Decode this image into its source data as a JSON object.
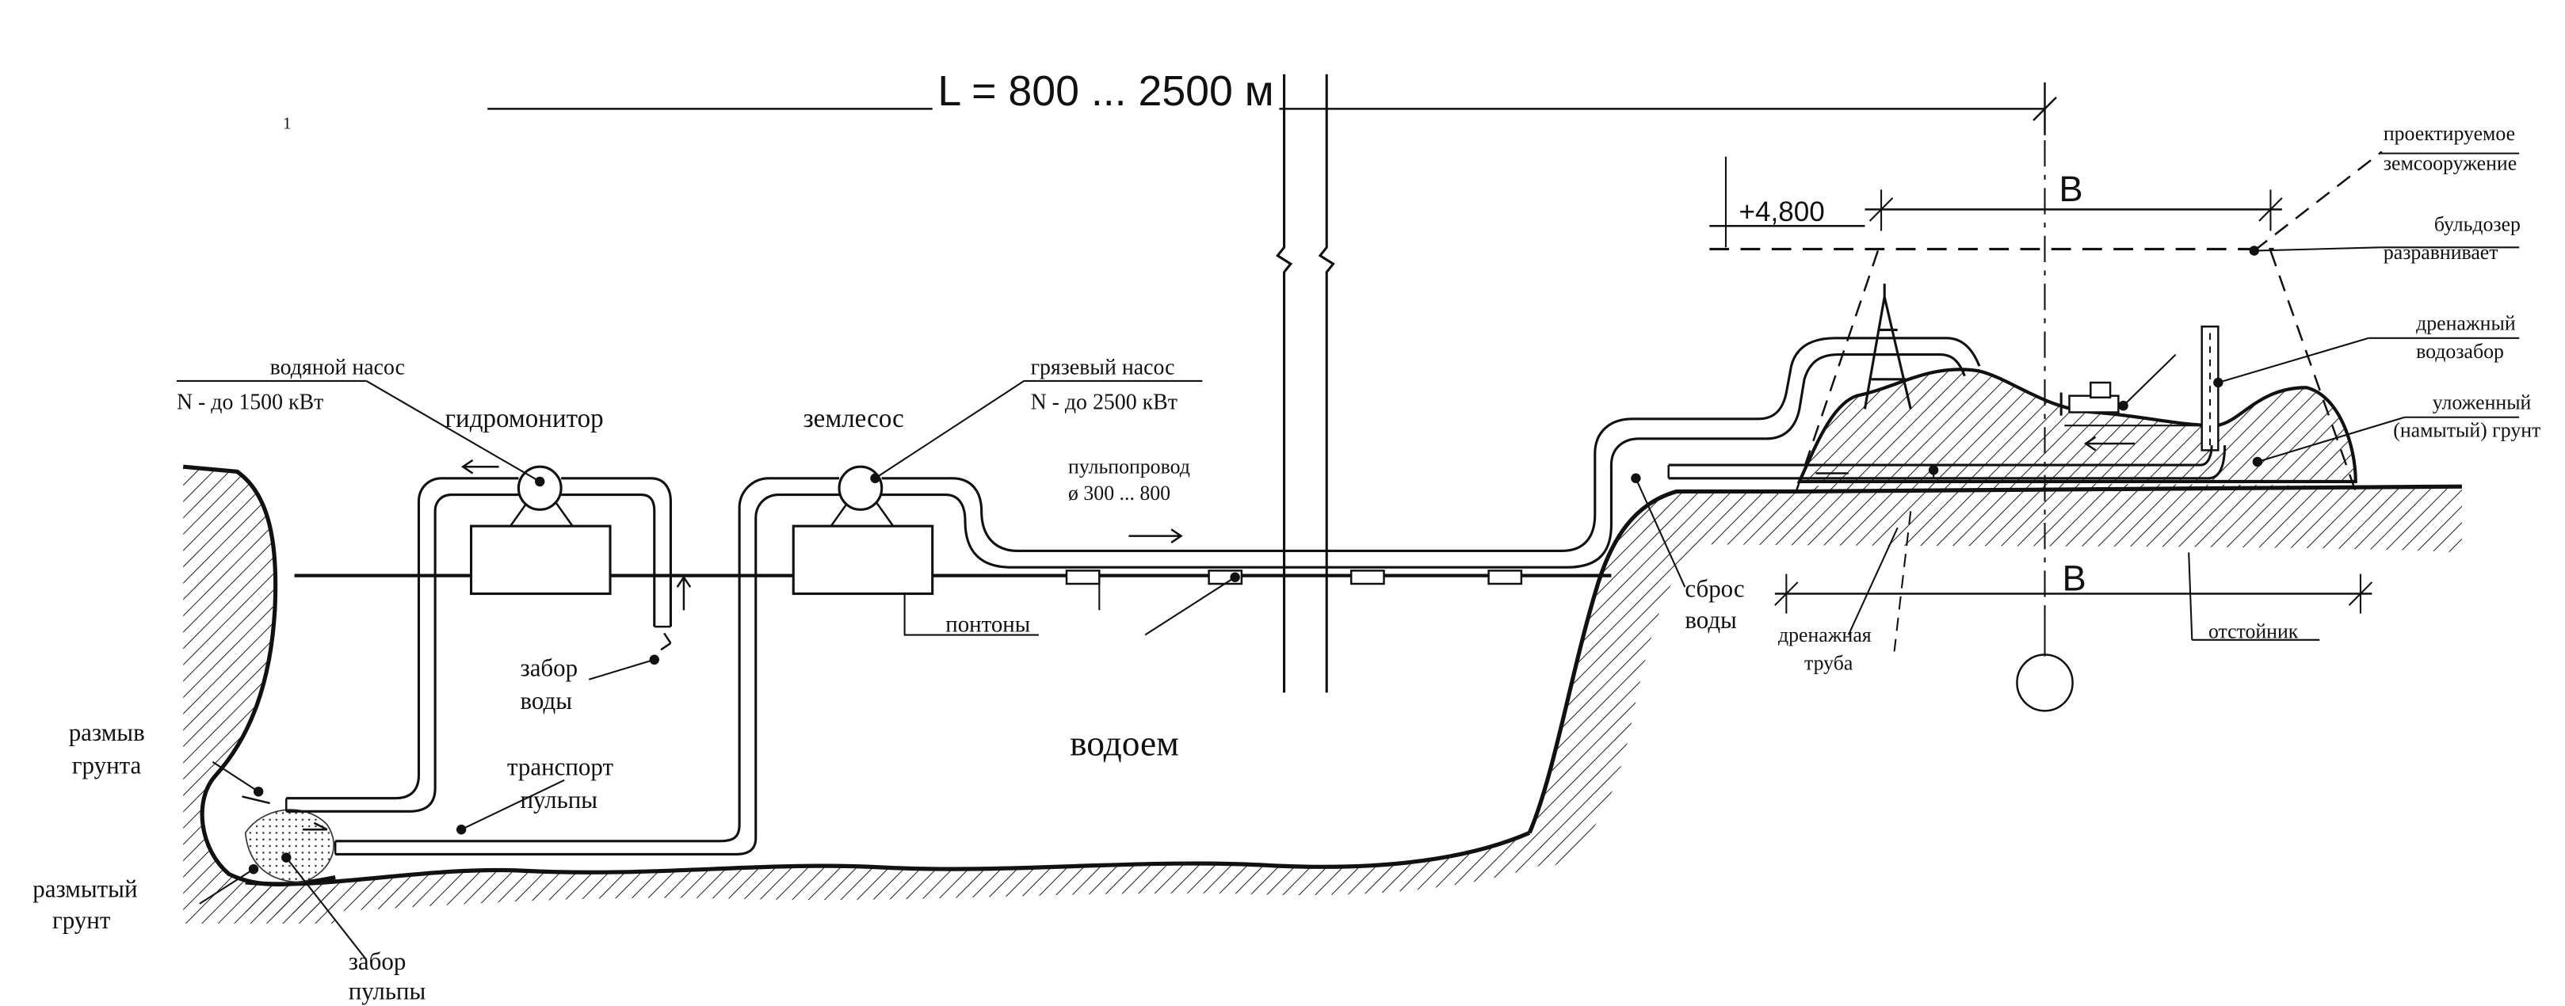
{
  "dimension_top": "L = 800 ... 2500 м",
  "elevation_mark": "+4,800",
  "width_B_top": "B",
  "width_B_bottom": "B",
  "tick_mark_small": "1",
  "labels": {
    "water_pump_line1": "водяной насос",
    "water_pump_line2": "N - до 1500 кВт",
    "hydromonitor": "гидромонитор",
    "dredge": "землесос",
    "mud_pump_line1": "грязевый насос",
    "mud_pump_line2": "N - до 2500 кВт",
    "pipeline_line1": "пульпопровод",
    "pipeline_line2": "ø 300 ... 800",
    "pontoons": "понтоны",
    "water_intake_line1": "забор",
    "water_intake_line2": "воды",
    "soil_erosion_line1": "размыв",
    "soil_erosion_line2": "грунта",
    "pulp_transport_line1": "транспорт",
    "pulp_transport_line2": "пульпы",
    "washed_soil_line1": "размытый",
    "washed_soil_line2": "грунт",
    "pulp_intake_line1": "забор",
    "pulp_intake_line2": "пульпы",
    "reservoir": "водоем",
    "water_discharge_line1": "сброс",
    "water_discharge_line2": "воды",
    "drain_pipe_line1": "дренажная",
    "drain_pipe_line2": "труба",
    "settling_pond": "отстойник",
    "designed_structure_line1": "проектируемое",
    "designed_structure_line2": "земсооружение",
    "bulldozer_line1": "бульдозер",
    "bulldozer_line2": "разравнивает",
    "drain_intake_line1": "дренажный",
    "drain_intake_line2": "водозабор",
    "placed_soil_line1": "уложенный",
    "placed_soil_line2": "(намытый) грунт"
  }
}
